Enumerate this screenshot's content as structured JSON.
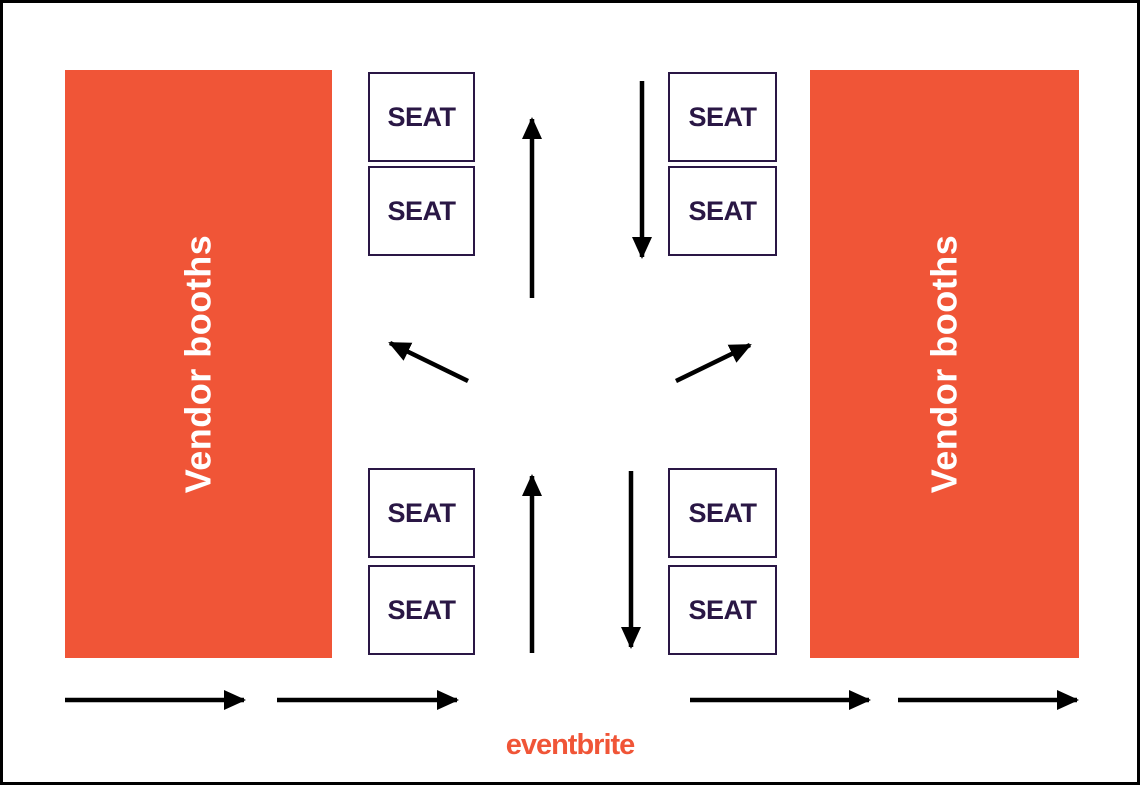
{
  "theme": {
    "canvas-bg": "#FFFFFF",
    "canvas-border": "#000000",
    "booth-fill": "#F05537",
    "booth-text": "#FFFFFF",
    "seat-color": "#2A1745",
    "seat-fill": "#FFFFFF",
    "arrow-color": "#000000",
    "brand-color": "#F05537"
  },
  "venue_map": {
    "left_booth_label": "Vendor booths",
    "right_booth_label": "Vendor booths",
    "seat_groups": [
      {
        "position": "top-left",
        "seats": [
          "SEAT",
          "SEAT"
        ]
      },
      {
        "position": "top-right",
        "seats": [
          "SEAT",
          "SEAT"
        ]
      },
      {
        "position": "bottom-left",
        "seats": [
          "SEAT",
          "SEAT"
        ]
      },
      {
        "position": "bottom-right",
        "seats": [
          "SEAT",
          "SEAT"
        ]
      }
    ],
    "flow_arrow_icons": [
      "up-arrow-top-center",
      "down-arrow-top-right",
      "up-left-diagonal-arrow",
      "up-right-diagonal-arrow",
      "up-arrow-bottom-center",
      "down-arrow-bottom-right",
      "right-arrow-bottom-1",
      "right-arrow-bottom-2",
      "right-arrow-bottom-3",
      "right-arrow-bottom-4"
    ]
  },
  "footer": {
    "brand_wordmark": "eventbrite"
  }
}
